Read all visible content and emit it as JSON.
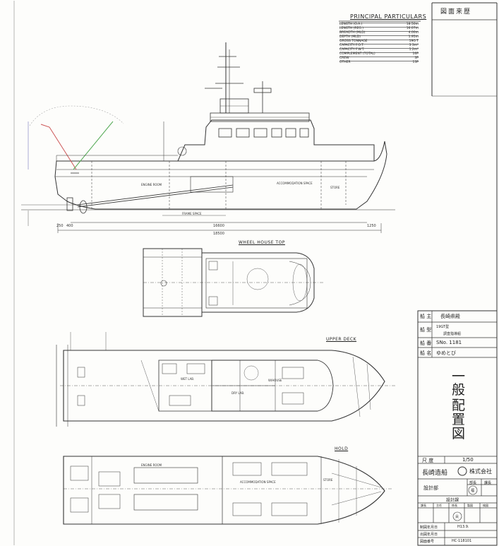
{
  "principal_particulars": {
    "title": "PRINCIPAL PARTICULARS",
    "rows": [
      {
        "label": "LENGTH (O.A.)",
        "value": "18.50m"
      },
      {
        "label": "LENGTH (REG.)",
        "value": "16.07m"
      },
      {
        "label": "BREADTH (MLD)",
        "value": "4.00m"
      },
      {
        "label": "DEPTH (MLD)",
        "value": "1.95m"
      },
      {
        "label": "GROSS TONNAGE",
        "value": "19G T"
      },
      {
        "label": "CAPACITY F.O.T.",
        "value": "3.3m³"
      },
      {
        "label": "CAPACITY F.W.T.",
        "value": "1.2m³"
      },
      {
        "label": "COMPLEMENT (TOTAL)",
        "value": "16P"
      },
      {
        "label": "CREW",
        "value": "3P"
      },
      {
        "label": "OTHER",
        "value": "13P"
      }
    ]
  },
  "revision_history": {
    "title": "図面来歴"
  },
  "views": {
    "wheel_house_top": "WHEEL HOUSE TOP",
    "upper_deck": "UPPER DECK",
    "hold": "HOLD"
  },
  "profile_labels": {
    "engine_room": "ENGINE ROOM",
    "accommodation_space": "ACCOMMODATION SPACE",
    "store": "STORE",
    "frame_space": "FRAME SPACE",
    "dim_overall": "18500",
    "dim_reg": "16600",
    "dim_aft": "400",
    "dim_fwd": "1250",
    "dim_aft2": "250"
  },
  "deck_labels": {
    "wet_lab": "WET LAB.",
    "dry_lab": "DRY LAB.",
    "w_house": "W/HOUSE",
    "accommodation": "ACCOMMODATION SPACE",
    "engine_room": "ENGINE ROOM",
    "store": "STORE"
  },
  "title_block": {
    "owner_label": "船 主",
    "owner_value": "長崎県殿",
    "type_label": "船 型",
    "type_value1": "19GT型",
    "type_value2": "調査指導船",
    "number_label": "船 番",
    "number_value": "SNo. 1181",
    "name_label": "船 名",
    "name_value": "ゆめとび",
    "drawing_title": [
      "一",
      "般",
      "配",
      "置",
      "図"
    ],
    "scale_label": "尺 度",
    "scale_value": "1/50",
    "company": "長崎造船",
    "company_suffix": "株式会社",
    "dept": "設計部",
    "dept_roles": [
      "部長",
      "課長"
    ],
    "dept_stamp": "福",
    "section": "設計課",
    "section_roles": [
      "課長",
      "主任",
      "係長",
      "製図",
      "検図"
    ],
    "section_stamp": "尖",
    "date_label": "制図年月日",
    "date_value": "H13.9.",
    "issue_label": "出図年月日",
    "drawing_no_label": "図面番号",
    "drawing_no": "HC-118101"
  }
}
